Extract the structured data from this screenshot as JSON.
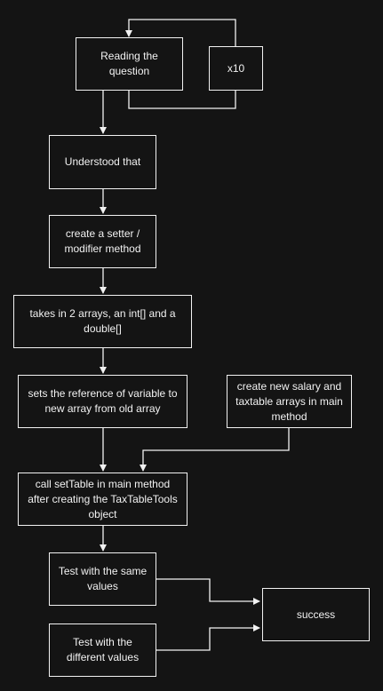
{
  "nodes": {
    "reading": "Reading the question",
    "x10": "x10",
    "understood": "Understood that",
    "setter": "create a setter / modifier method",
    "takes": "takes in 2 arrays, an int[] and a double[]",
    "sets_ref": "sets the reference of variable to new array from old array",
    "create_new": "create new salary and taxtable arrays in main method",
    "call_settable": "call setTable in main method after creating the TaxTableTools object",
    "test_same": "Test with the same values",
    "test_diff": "Test with the different values",
    "success": "success"
  },
  "colors": {
    "background": "#141414",
    "stroke": "#f2f2f2",
    "text": "#f2f2f2"
  }
}
